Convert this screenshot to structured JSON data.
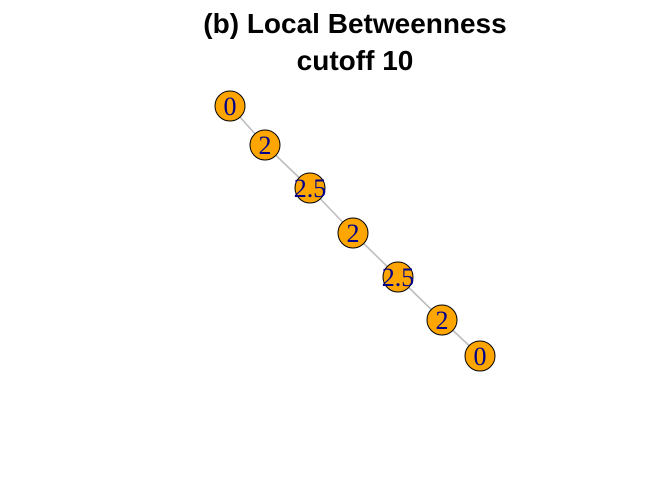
{
  "title": {
    "line1": "(b) Local Betweenness",
    "line2": "cutoff 10"
  },
  "graph": {
    "colors": {
      "node_fill": "#FFA500",
      "label": "#00008B",
      "edge": "#BEBEBE"
    },
    "nodes": [
      {
        "id": "n1",
        "label": "0"
      },
      {
        "id": "n2",
        "label": "2"
      },
      {
        "id": "n3",
        "label": "2.5"
      },
      {
        "id": "n4",
        "label": "2"
      },
      {
        "id": "n5",
        "label": "2.5"
      },
      {
        "id": "n6",
        "label": "2"
      },
      {
        "id": "n7",
        "label": "0"
      }
    ],
    "edges": [
      [
        "n1",
        "n2"
      ],
      [
        "n2",
        "n3"
      ],
      [
        "n3",
        "n4"
      ],
      [
        "n4",
        "n5"
      ],
      [
        "n5",
        "n6"
      ],
      [
        "n6",
        "n7"
      ]
    ]
  }
}
